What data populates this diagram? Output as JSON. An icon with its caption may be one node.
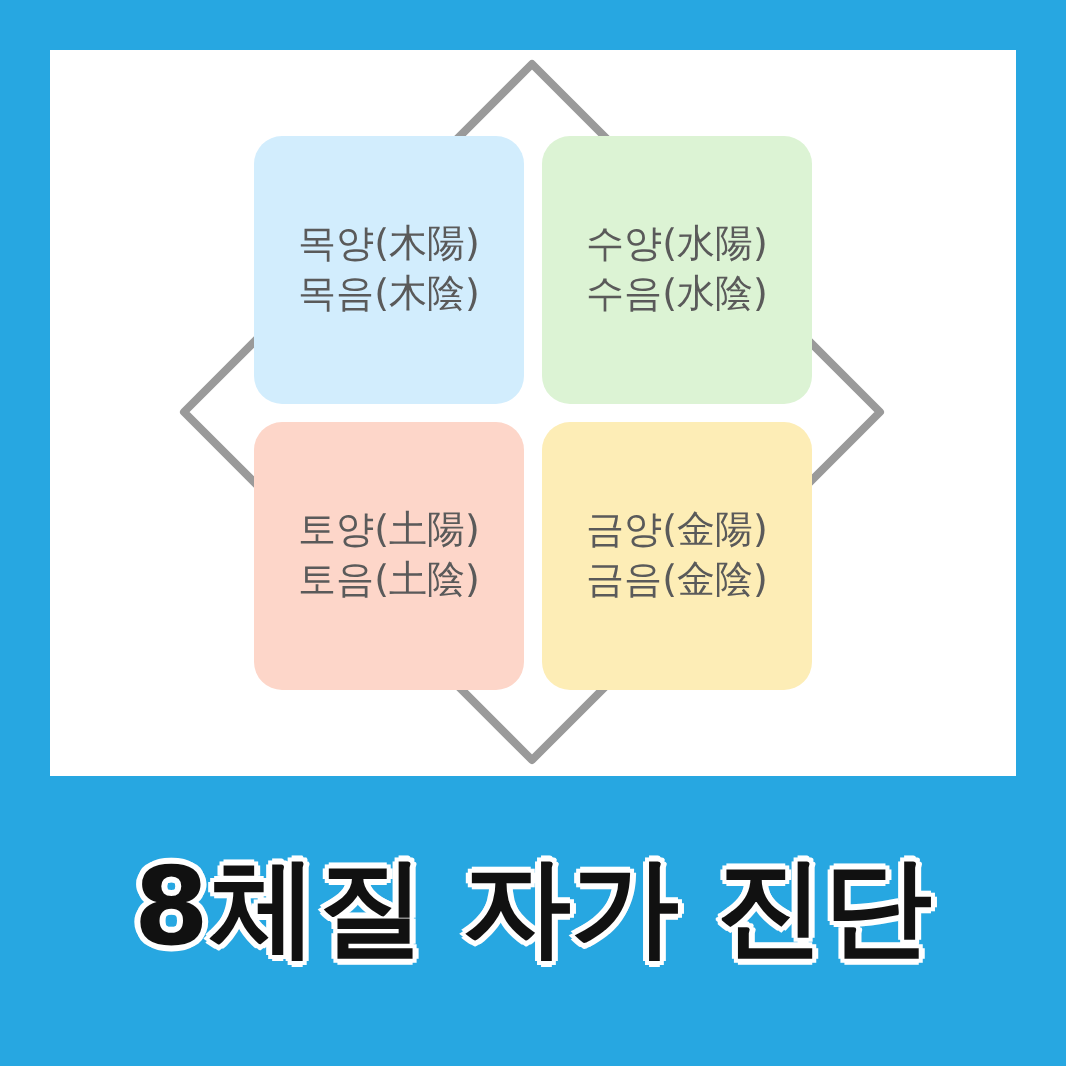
{
  "diagram": {
    "title": "8체질 자가 진단",
    "nodes": [
      {
        "text": [
          "목양(木陽)",
          "목음(木陰)"
        ]
      },
      {
        "text": [
          "수양(水陽)",
          "수음(水陰)"
        ]
      },
      {
        "text": [
          "토양(土陽)",
          "토음(土陰)"
        ]
      },
      {
        "text": [
          "금양(金陽)",
          "금음(金陰)"
        ]
      }
    ]
  }
}
